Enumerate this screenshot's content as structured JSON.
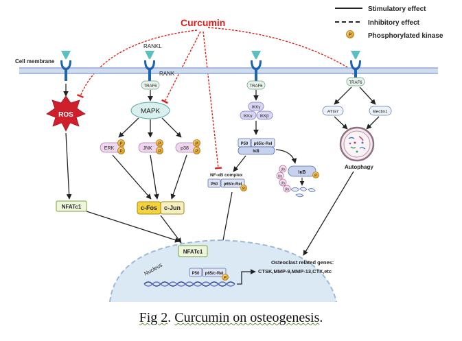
{
  "legend": {
    "stimulatory": "Stimulatory effect",
    "inhibitory": "Inhibitory effect",
    "phospho": "Phosphorylated kinase",
    "phospho_symbol": "P"
  },
  "curcumin": "Curcumin",
  "cell_membrane": "Cell membrane",
  "rankl": "RANKL",
  "rank": "RANK",
  "traf6": "TRAF6",
  "ros": "ROS",
  "mapk": "MAPK",
  "erk": "ERK",
  "jnk": "JNK",
  "p38": "p38",
  "ikk": {
    "gamma": "IKKγ",
    "alpha": "IKKα",
    "beta": "IKKβ"
  },
  "complex": {
    "p50": "P50",
    "p65": "p65/c-Rel",
    "ikb": "IκB"
  },
  "nfkb_complex": "NF-κB complex",
  "ub": "Ub",
  "ikb_small": "IκB",
  "atg7": "ATG7",
  "beclin1": "Beclin1",
  "autophagy": "Autophagy",
  "nfatc1": "NFATc1",
  "cfos": "c-Fos",
  "cjun": "c-Jun",
  "nucleus": "Nucleus",
  "genes_line1": "Osteoclast related genes:",
  "genes_line2": "CTSK,MMP-9,MMP-13,CTX,etc",
  "caption": "Fig  2. Curcumin on osteogenesis.",
  "caption_parts": {
    "a": "Fig  2",
    "b": ". ",
    "c": "Curcumin on osteogenesis",
    "d": "."
  },
  "colors": {
    "red": "#e01b1b",
    "receptor_blue": "#1e63b0",
    "receptor_teal": "#5bbfbf",
    "membrane": "#9bb7dc",
    "traf6_fill": "#e8f3ec",
    "mapk_fill": "#d9f0ee",
    "kinase_fill": "#efd6ef",
    "phospho": "#e8b13a",
    "nfat_fill": "#eef6dd",
    "fos_fill": "#f4d23a",
    "nucleus_fill": "#dbe9f5",
    "ikk_fill": "#d9d6f3",
    "complex_fill": "#dfe5f5"
  }
}
